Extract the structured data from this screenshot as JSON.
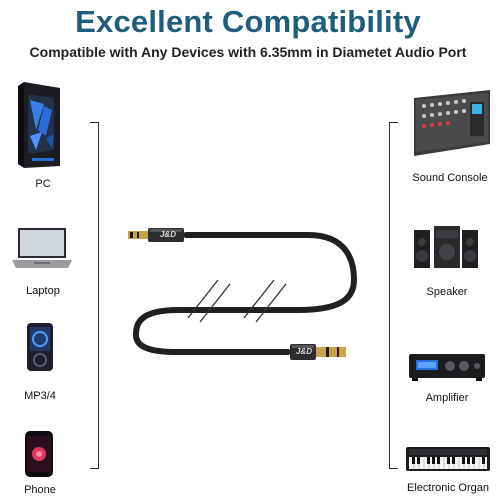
{
  "header": {
    "title": "Excellent Compatibility",
    "subtitle": "Compatible with Any Devices with 6.35mm in Diametet Audio Port"
  },
  "left_devices": [
    {
      "label": "PC",
      "icon": "pc-tower-icon"
    },
    {
      "label": "Laptop",
      "icon": "laptop-icon"
    },
    {
      "label": "MP3/4",
      "icon": "mp3-player-icon"
    },
    {
      "label": "Phone",
      "icon": "phone-icon"
    }
  ],
  "right_devices": [
    {
      "label": "Sound Console",
      "icon": "mixer-console-icon"
    },
    {
      "label": "Speaker",
      "icon": "speaker-system-icon"
    },
    {
      "label": "Amplifier",
      "icon": "amplifier-icon"
    },
    {
      "label": "Electronic Organ",
      "icon": "keyboard-organ-icon"
    }
  ],
  "cable": {
    "brand": "J&D",
    "icon": "audio-cable-icon"
  },
  "colors": {
    "title": "#1f5d7c",
    "accent_blue": "#2a6bd8",
    "connector_gold": "#c9a24a"
  }
}
